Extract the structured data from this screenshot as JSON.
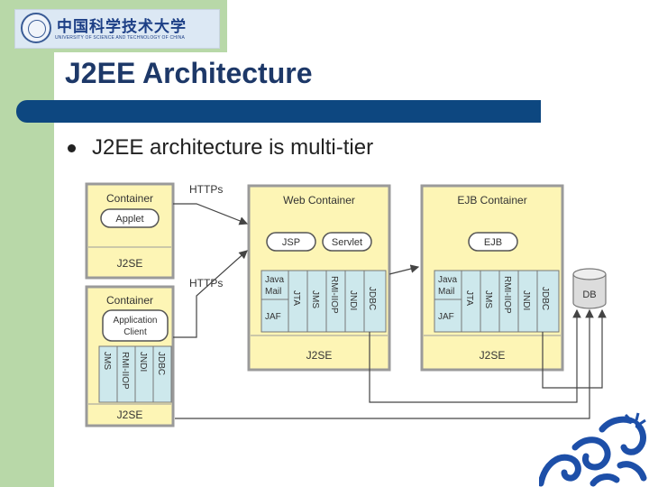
{
  "logo": {
    "cn_name": "中国科学技术大学",
    "en_name": "UNIVERSITY OF SCIENCE AND TECHNOLOGY OF CHINA"
  },
  "slide": {
    "title": "J2EE Architecture",
    "bullet": "J2EE architecture is multi-tier"
  },
  "diagram": {
    "https_top": "HTTPs",
    "https_bottom": "HTTPs",
    "applet_container": {
      "label": "Container",
      "component": "Applet",
      "platform": "J2SE"
    },
    "app_client_container": {
      "label": "Container",
      "component_line1": "Application",
      "component_line2": "Client",
      "apis": [
        "JMS",
        "RMI-IIOP",
        "JNDI",
        "JDBC"
      ],
      "platform": "J2SE"
    },
    "web_container": {
      "label": "Web Container",
      "components": [
        "JSP",
        "Servlet"
      ],
      "java_mail": [
        "Java",
        "Mail"
      ],
      "jaf": "JAF",
      "apis": [
        "JTA",
        "JMS",
        "RMI-IIOP",
        "JNDI",
        "JDBC"
      ],
      "platform": "J2SE"
    },
    "ejb_container": {
      "label": "EJB Container",
      "component": "EJB",
      "java_mail": [
        "Java",
        "Mail"
      ],
      "jaf": "JAF",
      "apis": [
        "JTA",
        "JMS",
        "RMI-IIOP",
        "JNDI",
        "JDBC"
      ],
      "platform": "J2SE"
    },
    "database": "DB"
  },
  "colors": {
    "sidebar": "#b8d8a8",
    "title_bar": "#0d4780",
    "title_text": "#1d3868",
    "container_fill": "#fdf5b5",
    "api_fill": "#cde8ec"
  }
}
